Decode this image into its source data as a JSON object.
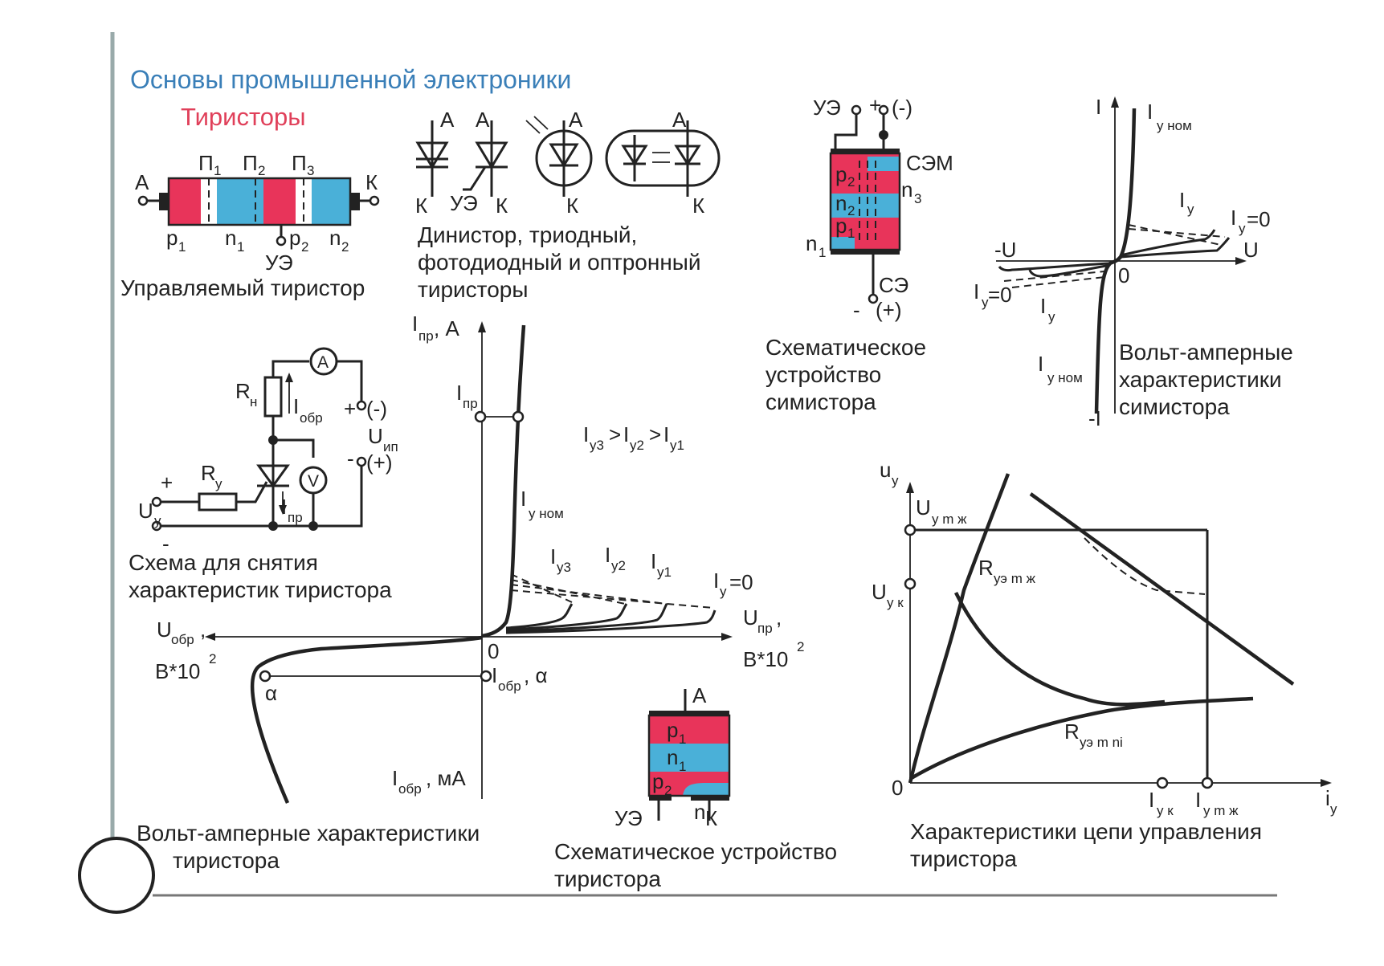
{
  "header": "Основы промышленной электроники",
  "title": "Тиристоры",
  "controlled_thyristor": {
    "A": "А",
    "K": "К",
    "P1": "П",
    "P2": "П",
    "P3": "П",
    "i1": "1",
    "i2": "2",
    "i3": "3",
    "p": "p",
    "n": "n",
    "sub1": "1",
    "sub2": "2",
    "UE": "УЭ",
    "caption": "Управляемый тиристор"
  },
  "symbols": {
    "A": "А",
    "K": "К",
    "UE": "УЭ",
    "caption": [
      "Динистор, триодный,",
      "фотодиодный и оптронный",
      "тиристоры"
    ]
  },
  "triac_device": {
    "UE": "УЭ",
    "plus": "+",
    "minus_paren": "(-)",
    "SEM": "СЭМ",
    "p2": "p",
    "n2": "n",
    "p1": "p",
    "n3": "n",
    "n1": "n",
    "s2": "2",
    "s1": "1",
    "s3": "3",
    "SE": "СЭ",
    "minus": "-",
    "plus_paren": "(+)",
    "caption": [
      "Схематическое",
      "устройство",
      "симистора"
    ]
  },
  "triac_vac": {
    "I": "I",
    "minusI": "-I",
    "U": "U",
    "minusU": "-U",
    "zero": "0",
    "Iy": "I",
    "ysub": "у",
    "nom": "у  ном",
    "eq0": "=0",
    "caption": [
      "Вольт-амперные",
      "характеристики",
      "симистора"
    ]
  },
  "circuit": {
    "A": "A",
    "V": "V",
    "Rn": "R",
    "n": "н",
    "Iobr": "I",
    "obr": "обр",
    "plus": "+",
    "minus_paren": "(-)",
    "Uip": "U",
    "ip": "ип",
    "minus": "-",
    "plus_paren": "(+)",
    "Ry": "R",
    "y": "у",
    "Uy": "U",
    "Ipr": "I",
    "pr": "пр",
    "caption": [
      "Схема для снятия",
      "характеристик тиристора"
    ]
  },
  "thyristor_vac": {
    "yaxis": "I",
    "yaxis_sub": "пр",
    "yaxis_unit": ", А",
    "Ipr": "I",
    "Ipr_sub": "пр",
    "relation_I": "I",
    "y3": "у3",
    "y2": "у2",
    "y1": "у1",
    "gt": ">",
    "Iy_nom": "у  ном",
    "y": "у",
    "eq0": "=0",
    "Uobr": "U",
    "obr": "обр",
    ",": ",",
    "B102": "В*10",
    "exp": "2",
    "Upr": "U",
    "pr": "пр",
    "zero": "0",
    "alpha": "α",
    "Iobr": "I",
    "Iobr_sub": "обр",
    ", α": ", α",
    "Iobr_mA": ", мА",
    "caption": [
      "Вольт-амперные характеристики",
      "тиристора"
    ]
  },
  "thyristor_device": {
    "A": "А",
    "p1": "p",
    "n1": "n",
    "p2": "p",
    "s1": "1",
    "s2": "2",
    "UE": "УЭ",
    "n2": "n",
    "K": "К",
    "caption": [
      "Схематическое устройство",
      "тиристора"
    ]
  },
  "control_chars": {
    "uy": "u",
    "y": "у",
    "Uymax": "U",
    "ymax": "у m  ж",
    "Uyk": "U",
    "yk": "у к",
    "Rymax": "R",
    "Rymax_sub": "уэ m  ж",
    "Rymin": "R",
    "Rymin_sub": "уэ m ni",
    "zero": "0",
    "Iyk": "I",
    "Iyk_sub": "у к",
    "Iymax": "I",
    "Iymax_sub": "у m  ж",
    "iy": "i",
    "iy_sub": "у",
    "caption": [
      "Характеристики цепи управления",
      "тиристора"
    ]
  }
}
